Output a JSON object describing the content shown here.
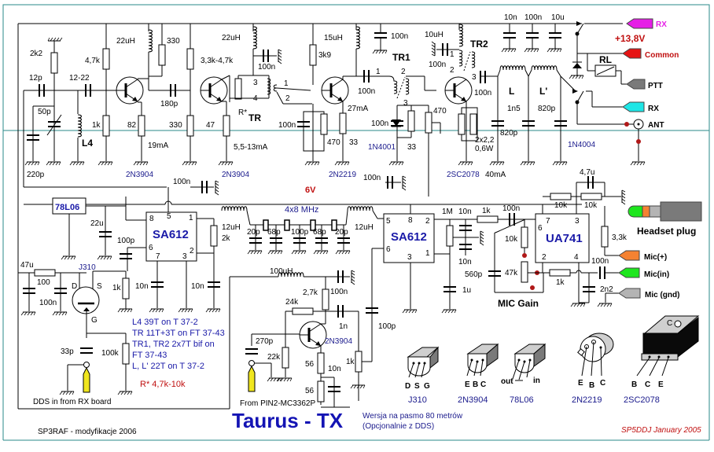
{
  "title": {
    "main": "Taurus -  TX",
    "subtitle_line1": "Wersja na pasmo 80 metrów",
    "subtitle_line2": "(Opcjonalnie z DDS)"
  },
  "credits": {
    "modification": "SP3RAF - modyfikacje 2006",
    "author": "SP5DDJ January 2005"
  },
  "supply": {
    "voltage_label": "+13,8V",
    "rail_6v": "6V"
  },
  "connectors": [
    {
      "id": "rx-top",
      "label": "RX",
      "color": "#e61ee6"
    },
    {
      "id": "common",
      "label": "Common",
      "color": "#e61414"
    },
    {
      "id": "ptt",
      "label": "PTT",
      "color": "#7a7a7a"
    },
    {
      "id": "rx-bottom",
      "label": "RX",
      "color": "#1ee6e6"
    },
    {
      "id": "ant",
      "label": "ANT",
      "color": "#ffffff"
    },
    {
      "id": "mic-plus",
      "label": "Mic(+)",
      "color": "#f58232"
    },
    {
      "id": "mic-in",
      "label": "Mic(in)",
      "color": "#1ee61e"
    },
    {
      "id": "mic-gnd",
      "label": "Mic (gnd)",
      "color": "#b4b4b4"
    }
  ],
  "headset": {
    "label": "Headset plug"
  },
  "stage1": {
    "r_2k2": "2k2",
    "c_12p": "12p",
    "c_12_22": "12-22",
    "c_50p": "50p",
    "c_220p": "220p",
    "l4": "L4",
    "r_4k7": "4,7k",
    "r_1k": "1k",
    "l_22uH": "22uH",
    "r_330a": "330",
    "r_82": "82",
    "current": "19mA",
    "transistor": "2N3904",
    "c_180p": "180p"
  },
  "stage2": {
    "r_33_47k": "3,3k-4,7k",
    "r_330": "330",
    "r_47": "47",
    "current": "5,5-13mA",
    "transistor": "2N3904",
    "l_22uH": "22uH",
    "c_100n": "100n",
    "tr": "TR",
    "r_star": "R*",
    "pin3": "3",
    "pin4": "4",
    "pin1": "1",
    "pin2": "2"
  },
  "stage3": {
    "r_3k9": "3k9",
    "l_15uH": "15uH",
    "c_100n_top": "100n",
    "c_100n_coup": "100n",
    "c_100n_emit": "100n",
    "r_470": "470",
    "r_33": "33",
    "current": "27mA",
    "transistor": "2N2219",
    "tr1": "TR1",
    "tr1_pin1": "1",
    "tr1_pin2": "2",
    "tr1_pin3": "3"
  },
  "bias": {
    "c_100n": "100n",
    "diode": "1N4001",
    "r_33": "33",
    "pot_470": "470",
    "c_100n_bot": "100n"
  },
  "stage4": {
    "l_10uH": "10uH",
    "c_100n": "100n",
    "tr2": "TR2",
    "tr2_pin1": "1",
    "tr2_pin2": "2",
    "tr2_pin3": "3",
    "transistor": "2SC2078",
    "current": "40mA",
    "r_emit": "2x2,2",
    "r_emit_power": "0,6W"
  },
  "filter": {
    "c_10n": "10n",
    "c_100n": "100n",
    "c_10u": "10u",
    "c_100n_out": "100n",
    "l": "L",
    "l_prime": "L'",
    "c_1n5": "1n5",
    "c_820p_a": "820p",
    "c_820p_b": "820p",
    "diode": "1N4004",
    "relay": "RL"
  },
  "regulator": {
    "label": "78L06",
    "c_22u": "22u",
    "c_100p": "100p"
  },
  "mixer1": {
    "label": "SA612",
    "pins": [
      "8",
      "5",
      "1",
      "6",
      "7",
      "3",
      "2"
    ],
    "c_10n_a": "10n",
    "c_10n_b": "10n",
    "r_2k": "2k",
    "r_1k": "1k",
    "c_100n_top": "100n"
  },
  "crystal_filter": {
    "label": "4x8 MHz",
    "l_in": "12uH",
    "l_out": "12uH",
    "caps": [
      "20p",
      "68p",
      "100p",
      "68p",
      "20p"
    ]
  },
  "mixer2": {
    "label": "SA612",
    "pins": [
      "5",
      "8",
      "2",
      "6",
      "3",
      "1"
    ],
    "c_100p": "100p"
  },
  "dds_input": {
    "c_47u": "47u",
    "r_100": "100",
    "c_100n": "100n",
    "fet": "J310",
    "fet_d": "D",
    "fet_s": "S",
    "fet_g": "G",
    "c_33p": "33p",
    "r_100k": "100k",
    "label": "DDS in from RX board"
  },
  "vfo_buffer": {
    "l_100uH": "100uH",
    "c_100n": "100n",
    "r_2k7": "2,7k",
    "r_24k": "24k",
    "c_1n": "1n",
    "c_270p": "270p",
    "r_22k": "22k",
    "transistor": "2N3904",
    "r_56a": "56",
    "r_56b": "56",
    "c_10n": "10n",
    "pot_1k": "1k",
    "label": "From PIN2-MC3362P"
  },
  "mic_amp": {
    "label": "UA741",
    "pins": [
      "7",
      "3",
      "6",
      "2",
      "4"
    ],
    "r_1M": "1M",
    "c_10n_a": "10n",
    "c_10n_b": "10n",
    "c_1u": "1u",
    "r_1k_in": "1k",
    "c_100n_in": "100n",
    "r_10k_fb": "10k",
    "c_560p": "560p",
    "pot_47k": "47k",
    "gain_label": "MIC Gain",
    "r_1k": "1k",
    "r_10k_a": "10k",
    "r_10k_b": "10k",
    "c_4u7": "4,7u",
    "r_3k3": "3,3k",
    "c_100n_mic": "100n",
    "c_2n2": "2n2"
  },
  "winding_notes": [
    "L4 39T on T 37-2",
    "TR 11T+3T on FT 37-43",
    "TR1, TR2 2x7T bif on",
    "FT 37-43",
    "L, L' 22T on T 37-2"
  ],
  "r_star_note": "R* 4,7k-10k",
  "pinouts": [
    {
      "name": "J310",
      "pins": [
        "D",
        "S",
        "G"
      ]
    },
    {
      "name": "2N3904",
      "pins": [
        "E",
        "B",
        "C"
      ]
    },
    {
      "name": "78L06",
      "pins": [
        "out",
        "in"
      ]
    },
    {
      "name": "2N2219",
      "pins": [
        "E",
        "B",
        "C"
      ]
    },
    {
      "name": "2SC2078",
      "pins": [
        "B",
        "C",
        "E"
      ],
      "tab": "C"
    }
  ]
}
